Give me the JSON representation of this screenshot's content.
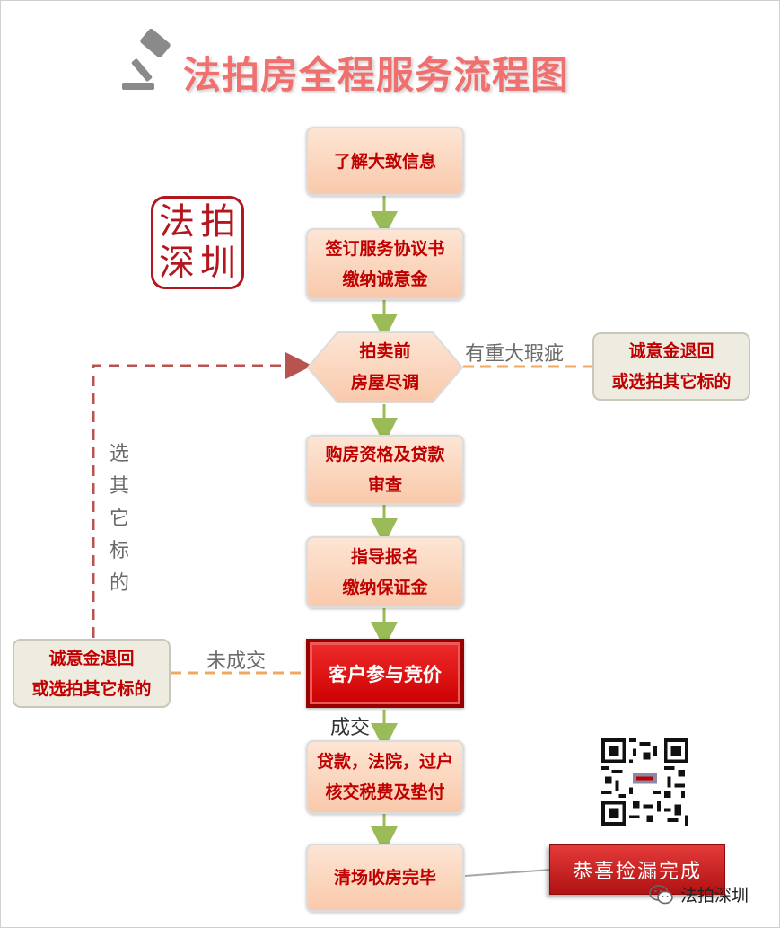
{
  "title": "法拍房全程服务流程图",
  "seal": {
    "chars": [
      "法",
      "拍",
      "深",
      "圳"
    ]
  },
  "steps": {
    "step1": {
      "line1": "了解大致信息"
    },
    "step2": {
      "line1": "签订服务协议书",
      "line2": "缴纳诚意金"
    },
    "step3": {
      "line1": "拍卖前",
      "line2": "房屋尽调"
    },
    "step4": {
      "line1": "购房资格及贷款",
      "line2": "审查"
    },
    "step5": {
      "line1": "指导报名",
      "line2": "缴纳保证金"
    },
    "step6": {
      "line1": "客户参与竞价"
    },
    "step7": {
      "line1": "贷款，法院，过户",
      "line2": "核交税费及垫付"
    },
    "step8": {
      "line1": "清场收房完毕"
    }
  },
  "side_right": {
    "line1": "诚意金退回",
    "line2": "或选拍其它标的"
  },
  "side_left": {
    "line1": "诚意金退回",
    "line2": "或选拍其它标的"
  },
  "labels": {
    "defect": "有重大瑕疵",
    "no_deal": "未成交",
    "deal": "成交",
    "choose_other": [
      "选",
      "其",
      "它",
      "标",
      "的"
    ]
  },
  "congrats": "恭喜捡漏完成",
  "watermark": "法拍深圳",
  "colors": {
    "box_text": "#c00000",
    "green_arrow": "#9bbb59",
    "orange_dash": "#f0a860",
    "red_dash": "#b85450",
    "title": "#f06f6f"
  }
}
